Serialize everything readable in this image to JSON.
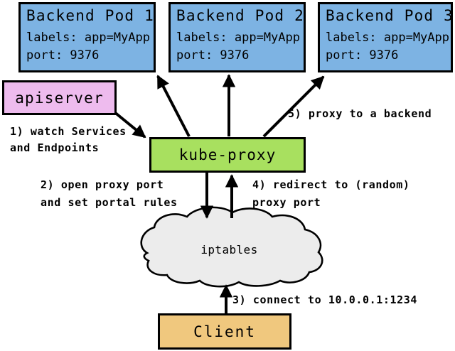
{
  "pods": [
    {
      "title": "Backend Pod 1",
      "labels": "labels: app=MyApp",
      "port": "port: 9376"
    },
    {
      "title": "Backend Pod 2",
      "labels": "labels: app=MyApp",
      "port": "port: 9376"
    },
    {
      "title": "Backend Pod 3",
      "labels": "labels: app=MyApp",
      "port": "port: 9376"
    }
  ],
  "apiserver": {
    "label": "apiserver"
  },
  "kube_proxy": {
    "label": "kube-proxy"
  },
  "cloud": {
    "label": "iptables"
  },
  "client": {
    "label": "Client"
  },
  "annotations": {
    "step1": [
      "1) watch Services",
      "and Endpoints"
    ],
    "step2": [
      "2) open proxy port",
      "and set portal rules"
    ],
    "step3": "3) connect to 10.0.0.1:1234",
    "step4": [
      "4) redirect to (random)",
      "proxy port"
    ],
    "step5": "5) proxy to a backend"
  },
  "colors": {
    "pod_fill": "#7db3e3",
    "apiserver_fill": "#eebbee",
    "kube_proxy_fill": "#a8e05f",
    "client_fill": "#f0c87e",
    "cloud_fill": "#ececec",
    "outline": "#000000"
  }
}
